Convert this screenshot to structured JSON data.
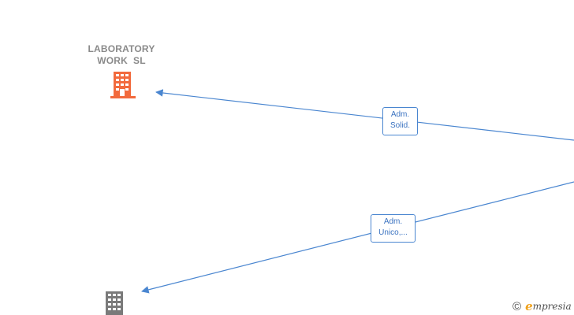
{
  "nodes": [
    {
      "id": "laboratory-work-sl",
      "label_lines": [
        "LABORATORY",
        "WORK  SL"
      ],
      "color": "#f26a3d",
      "icon": "building-icon"
    },
    {
      "id": "unlabeled-company",
      "label_lines": [],
      "color": "#7a7a7a",
      "icon": "building-icon"
    }
  ],
  "edges": [
    {
      "from": "offscreen-right",
      "to": "laboratory-work-sl",
      "label_lines": [
        "Adm.",
        "Solid."
      ],
      "color": "#4a86d0"
    },
    {
      "from": "offscreen-right",
      "to": "unlabeled-company",
      "label_lines": [
        "Adm.",
        "Unico,..."
      ],
      "color": "#4a86d0"
    }
  ],
  "footer": {
    "copyright_symbol": "©",
    "brand_initial": "e",
    "brand_rest": "mpresia"
  },
  "colors": {
    "edge": "#4a86d0",
    "node_label": "#8a8a8a",
    "brand_accent": "#f0a21c"
  }
}
